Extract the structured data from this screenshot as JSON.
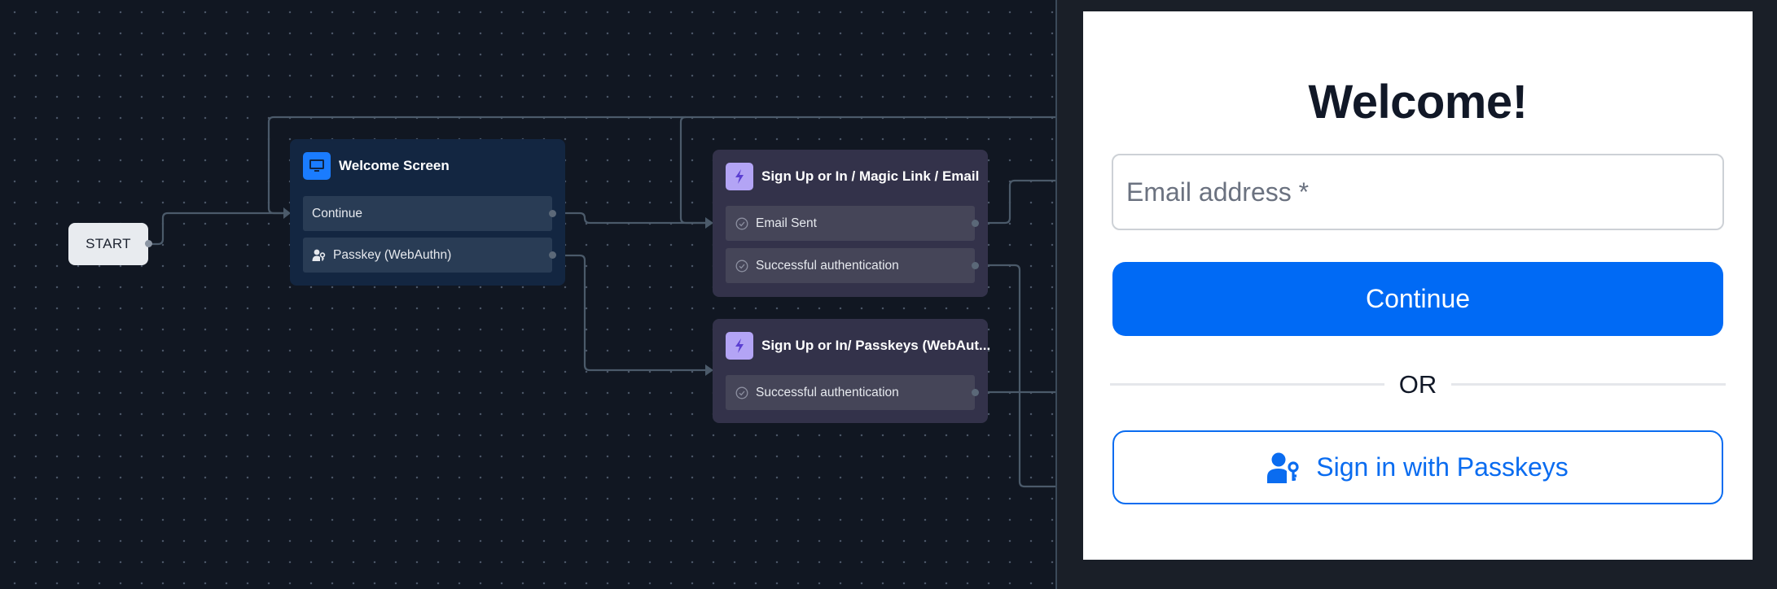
{
  "canvas": {
    "start_label": "START",
    "nodes": [
      {
        "type": "screen",
        "icon": "monitor-icon",
        "title": "Welcome Screen",
        "outputs": [
          {
            "label": "Continue",
            "icon": null
          },
          {
            "label": "Passkey (WebAuthn)",
            "icon": "user-key-icon"
          }
        ]
      },
      {
        "type": "action",
        "icon": "bolt-icon",
        "title": "Sign Up or In / Magic Link / Email",
        "outputs": [
          {
            "label": "Email Sent",
            "icon": "check-circle-icon"
          },
          {
            "label": "Successful authentication",
            "icon": "check-circle-icon"
          }
        ]
      },
      {
        "type": "action",
        "icon": "bolt-icon",
        "title": "Sign Up or In/ Passkeys (WebAut...",
        "outputs": [
          {
            "label": "Successful authentication",
            "icon": "check-circle-icon"
          }
        ]
      }
    ]
  },
  "preview": {
    "title": "Welcome!",
    "email_field": {
      "label": "Email address *",
      "value": ""
    },
    "continue_button": "Continue",
    "divider_text": "OR",
    "passkey_button": "Sign in with Passkeys"
  },
  "colors": {
    "canvas_bg": "#111722",
    "panel_bg": "#1a1f28",
    "primary": "#006af5",
    "screen_node": "#132641",
    "action_node": "#33324a",
    "action_icon_bg": "#b3a4f5",
    "screen_icon_bg": "#1a7cff"
  }
}
